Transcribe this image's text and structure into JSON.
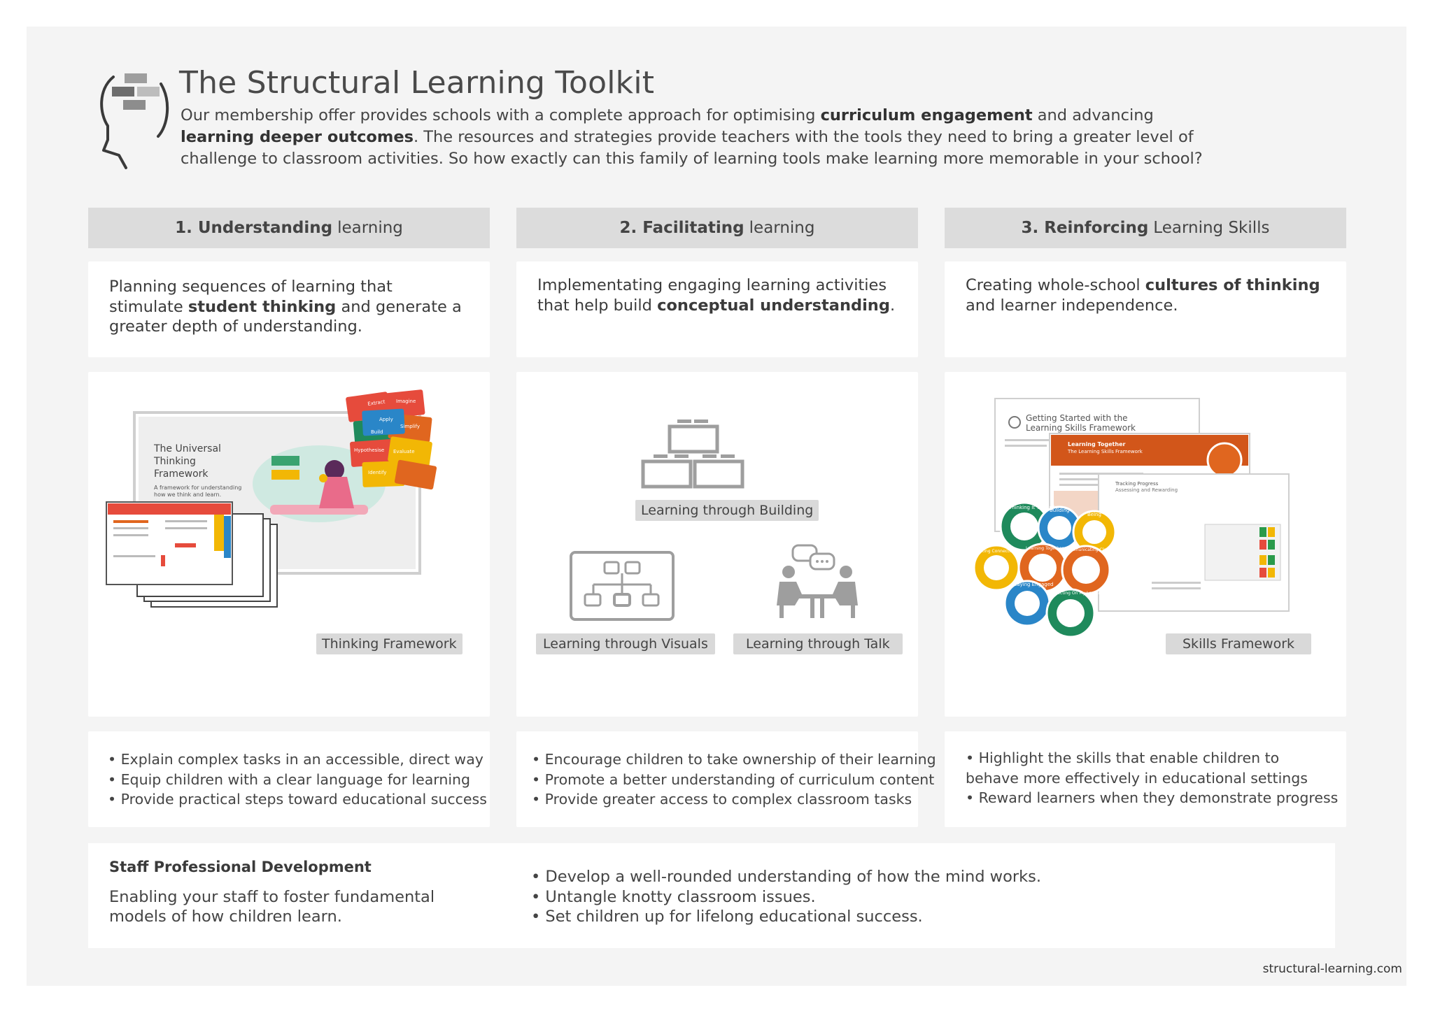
{
  "header": {
    "title": "The Structural Learning Toolkit",
    "intro": {
      "p1": "Our membership offer provides schools with a complete approach for optimising ",
      "b1": "curriculum engagement",
      "p2": " and advancing ",
      "b2": "learning deeper outcomes",
      "p3": ". The resources and strategies provide teachers with the tools they need to bring a greater level of challenge to classroom activities. So how exactly can this family of learning tools make learning more memorable in your school?"
    }
  },
  "columns": [
    {
      "num_bold": "1. Understanding",
      "rest": "learning",
      "intro_p1": "Planning sequences of learning that stimulate ",
      "intro_b": "student thinking",
      "intro_p2": " and generate a greater depth of understanding.",
      "tag": "Thinking Framework",
      "bullets": [
        "• Explain complex tasks in an accessible, direct way",
        "• Equip children with a clear language for learning",
        "• Provide practical steps toward educational success"
      ],
      "image_text": {
        "title_l1": "The Universal",
        "title_l2": "Thinking",
        "title_l3": "Framework",
        "sub_l1": "A framework for understanding",
        "sub_l2": "how we think and learn.",
        "cards": [
          "Imagine",
          "Extract",
          "Apply",
          "Build",
          "Simplify",
          "Hypothesise",
          "Evaluate",
          "Identify"
        ]
      }
    },
    {
      "num_bold": "2. Facilitating",
      "rest": "learning",
      "intro_p1": "Implementating engaging learning activities that help build ",
      "intro_b": "conceptual understanding",
      "intro_p2": ".",
      "tags": [
        "Learning through Building",
        "Learning through Visuals",
        "Learning through Talk"
      ],
      "bullets": [
        "• Encourage children to take ownership of their learning",
        "• Promote a better understanding of curriculum content",
        "• Provide greater access to complex classroom tasks"
      ]
    },
    {
      "num_bold": "3. Reinforcing",
      "rest": "Learning Skills",
      "intro_p1": "Creating whole-school ",
      "intro_b": "cultures of thinking",
      "intro_p2": " and learner independence.",
      "tag": "Skills Framework",
      "bullets": [
        "• Highlight the skills that enable children to behave more effectively in educational settings",
        "• Reward learners when they demonstrate progress"
      ],
      "image_text": {
        "doc1_title_l1": "Getting Started with the",
        "doc1_title_l2": "Learning Skills Framework",
        "doc2_title_l1": "Learning Together",
        "doc2_title_l2": "The Learning Skills Framework",
        "doc3_title_l1": "Tracking Progress",
        "doc3_title_l2": "Assessing and Rewarding",
        "badges": [
          "Thinking It Through",
          "Building",
          "Being",
          "Making Connections",
          "Learning Together",
          "Communicating Clearly",
          "Staying Engaged",
          "Reflecting On My Learning"
        ]
      }
    }
  ],
  "staff": {
    "title": "Staff Professional Development",
    "desc": "Enabling your staff to foster fundamental models of how children learn.",
    "bullets": [
      "•  Develop a well-rounded understanding of how the mind works.",
      "•  Untangle knotty classroom issues.",
      "•  Set children up for lifelong educational success."
    ]
  },
  "footer": "structural-learning.com",
  "colors": {
    "background": "#f4f4f4",
    "header_bar": "#dcdcdc",
    "tag": "#d9d9d9",
    "accent_orange": "#e0661f",
    "accent_green": "#1f8a5c",
    "accent_blue": "#2a86c8",
    "accent_yellow": "#f2b705",
    "accent_red": "#e64b3c"
  }
}
